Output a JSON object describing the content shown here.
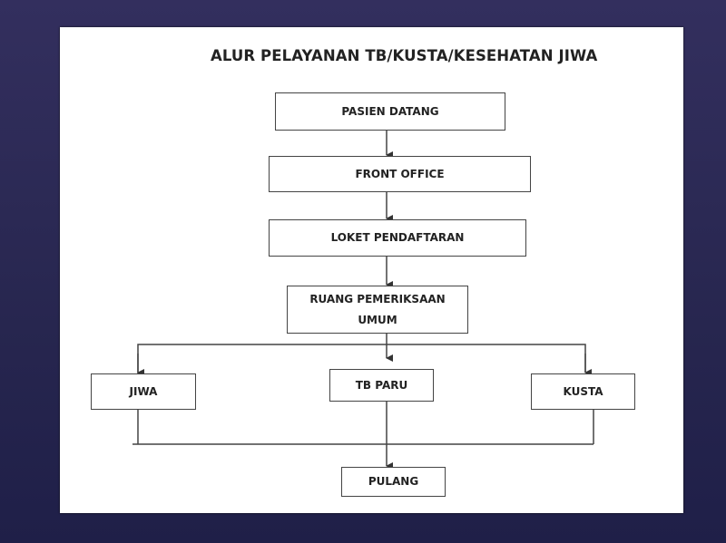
{
  "title": "ALUR PELAYANAN TB/KUSTA/KESEHATAN JIWA",
  "nodes": {
    "pasien_datang": "PASIEN DATANG",
    "front_office": "FRONT OFFICE",
    "loket": "LOKET PENDAFTARAN",
    "ruang_line1": "RUANG PEMERIKSAAN",
    "ruang_line2": "UMUM",
    "jiwa": "JIWA",
    "tb_paru": "TB PARU",
    "kusta": "KUSTA",
    "pulang": "PULANG"
  },
  "colors": {
    "background": "#2b2a56",
    "panel": "#ffffff",
    "stroke": "#444444"
  }
}
